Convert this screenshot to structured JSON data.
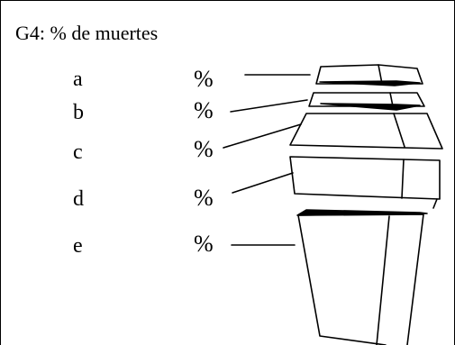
{
  "title": "G4: % de muertes",
  "rows": [
    {
      "letter": "a",
      "unit": "%"
    },
    {
      "letter": "b",
      "unit": "%"
    },
    {
      "letter": "c",
      "unit": "%"
    },
    {
      "letter": "d",
      "unit": "%"
    },
    {
      "letter": "e",
      "unit": "%"
    }
  ]
}
